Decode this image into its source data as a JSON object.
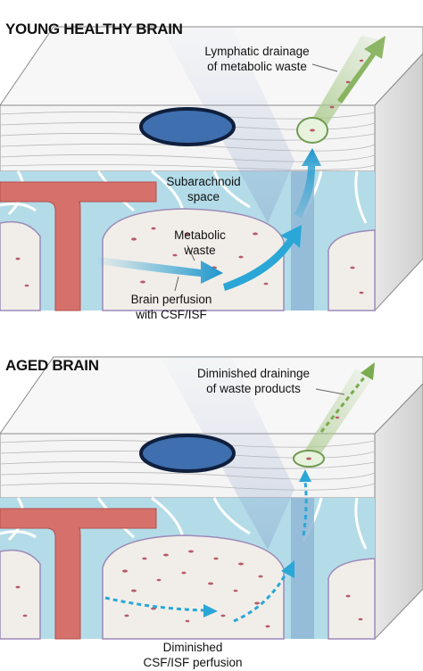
{
  "panels": {
    "young": {
      "title": "YOUNG HEALTHY BRAIN",
      "labels": {
        "lymphatic_line1": "Lymphatic drainage",
        "lymphatic_line2": "of metabolic waste",
        "subarachnoid_line1": "Subarachnoid",
        "subarachnoid_line2": "space",
        "metabolic_line1": "Metabolic",
        "metabolic_line2": "waste",
        "perfusion_line1": "Brain perfusion",
        "perfusion_line2": "with CSF/ISF"
      }
    },
    "aged": {
      "title": "AGED BRAIN",
      "labels": {
        "drainage_line1": "Diminished draininge",
        "drainage_line2": "of waste products",
        "perfusion_line1": "Diminished",
        "perfusion_line2": "CSF/ISF perfusion"
      }
    }
  },
  "colors": {
    "csf_fluid": "#b3dce8",
    "artery": "#d5706b",
    "vein": "#3f6fae",
    "flow_arrow": "#2aa7d6",
    "lymphatic": "#a9c98a",
    "brain_tissue": "#f1eee9",
    "waste_particle": "#b85c6a"
  },
  "icons": {
    "flow": "arrow-flow-icon",
    "drain": "lymphatic-arrow-icon"
  }
}
